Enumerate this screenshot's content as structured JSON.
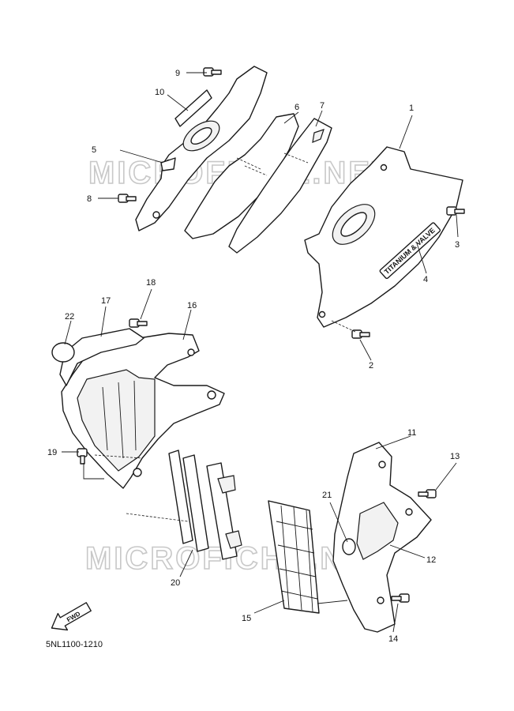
{
  "watermark": "MICROFICHE.NET",
  "diagram_code": "5NL1100-1210",
  "fwd_label": "FWD",
  "decal_text": "TITANIUM & VALVE",
  "callouts": {
    "c1": "1",
    "c2": "2",
    "c3": "3",
    "c4": "4",
    "c5": "5",
    "c6": "6",
    "c7": "7",
    "c8": "8",
    "c9": "9",
    "c10": "10",
    "c11": "11",
    "c12": "12",
    "c13": "13",
    "c14": "14",
    "c15": "15",
    "c16": "16",
    "c17": "17",
    "c18": "18",
    "c19": "19",
    "c20": "20",
    "c21": "21",
    "c22": "22"
  }
}
